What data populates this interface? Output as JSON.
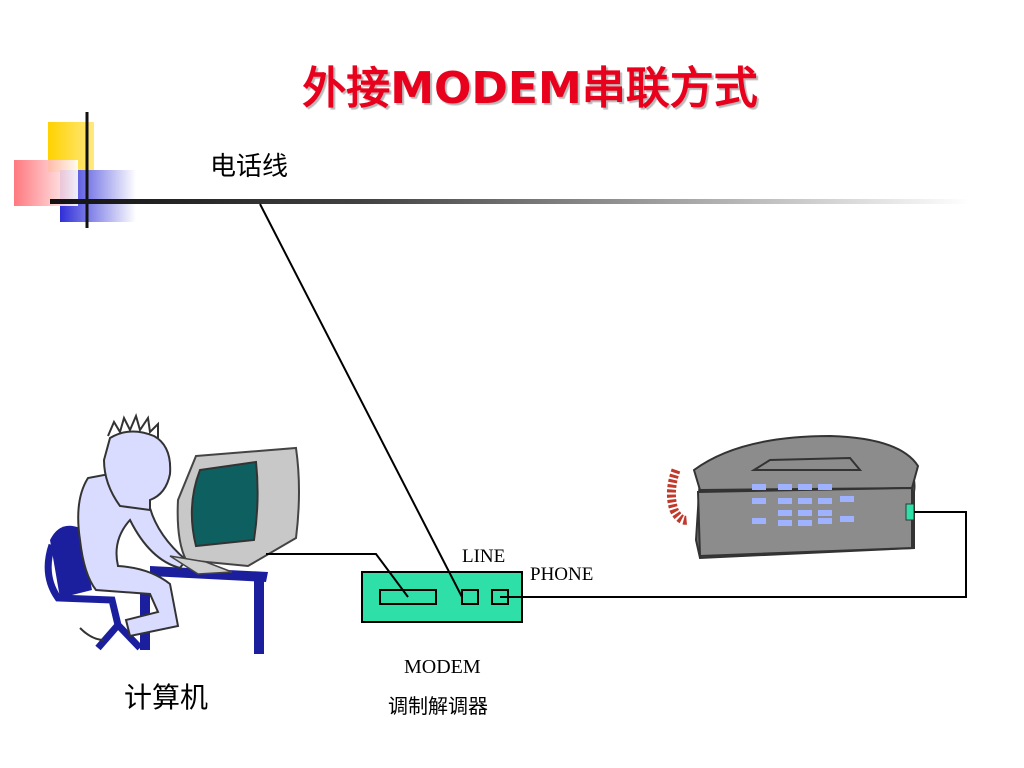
{
  "slide": {
    "title": "外接MODEM串联方式"
  },
  "labels": {
    "phone_line": "电话线",
    "computer": "计算机",
    "line_port": "LINE",
    "phone_port": "PHONE",
    "modem": "MODEM",
    "modem_cn": "调制解调器"
  },
  "colors": {
    "title": "#e8001c",
    "modem_body": "#2ee0a8",
    "telephone_body": "#8c8c8c",
    "keypad_keys": "#9fb2ff",
    "cord": "#c0392b",
    "person": "#d9dcff",
    "chair": "#1b1f9e"
  }
}
